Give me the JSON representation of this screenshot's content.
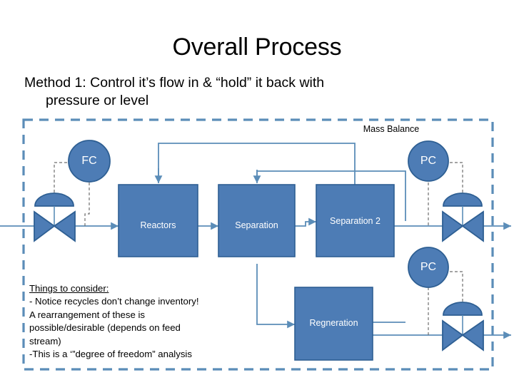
{
  "slide": {
    "title": "Overall Process",
    "subtitle_line1": "Method 1: Control it’s flow in & “hold” it back with",
    "subtitle_line2": "pressure or level"
  },
  "diagram": {
    "boundary_label": "Mass Balance",
    "boundary_style": "dashed",
    "accent_fill": "#4D7CB5",
    "accent_stroke": "#2E5F93",
    "line_color": "#5B8DB8",
    "blocks": [
      {
        "id": "reactors",
        "label": "Reactors"
      },
      {
        "id": "separation",
        "label": "Separation"
      },
      {
        "id": "separation-2",
        "label": "Separation 2"
      },
      {
        "id": "regneration",
        "label": "Regneration"
      }
    ],
    "controllers": [
      {
        "id": "fc",
        "label": "FC"
      },
      {
        "id": "pc-top",
        "label": "PC"
      },
      {
        "id": "pc-bottom",
        "label": "PC"
      }
    ],
    "valves": [
      {
        "id": "feed-valve",
        "label": ""
      },
      {
        "id": "product-valve",
        "label": ""
      },
      {
        "id": "bottoms-valve",
        "label": ""
      }
    ]
  },
  "notes": {
    "heading": "Things to consider:",
    "lines": [
      "- Notice recycles don’t change inventory!",
      "A rearrangement of these is",
      "possible/desirable (depends on feed",
      "stream)",
      "-This is a ‘”degree of freedom” analysis"
    ]
  }
}
